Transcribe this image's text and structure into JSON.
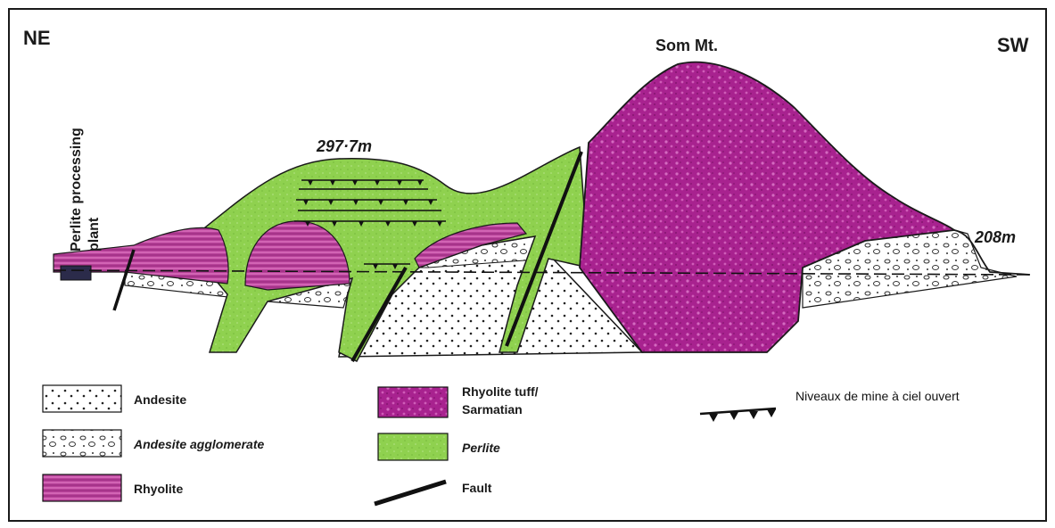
{
  "directions": {
    "left": "NE",
    "right": "SW"
  },
  "peaks": {
    "summit_name": "Som Mt.",
    "hill_elevation": "297·7m",
    "right_elevation": "208m"
  },
  "plant_label": {
    "line1": "Perlite processing",
    "line2": "plant"
  },
  "legend": {
    "andesite": "Andesite",
    "andesite_agglomerate": "Andesite agglomerate",
    "rhyolite": "Rhyolite",
    "rhyolite_tuff_line1": "Rhyolite tuff/",
    "rhyolite_tuff_line2": "Sarmatian",
    "perlite": "Perlite",
    "fault": "Fault",
    "open_pit_levels": "Niveaux de  mine à ciel ouvert"
  },
  "colors": {
    "perlite": "#8fd14f",
    "rhyolite": "#b03a92",
    "rhyolite_tuff": "#a8228f",
    "andesite_bg": "#ffffff",
    "outline": "#1a1a1a"
  }
}
